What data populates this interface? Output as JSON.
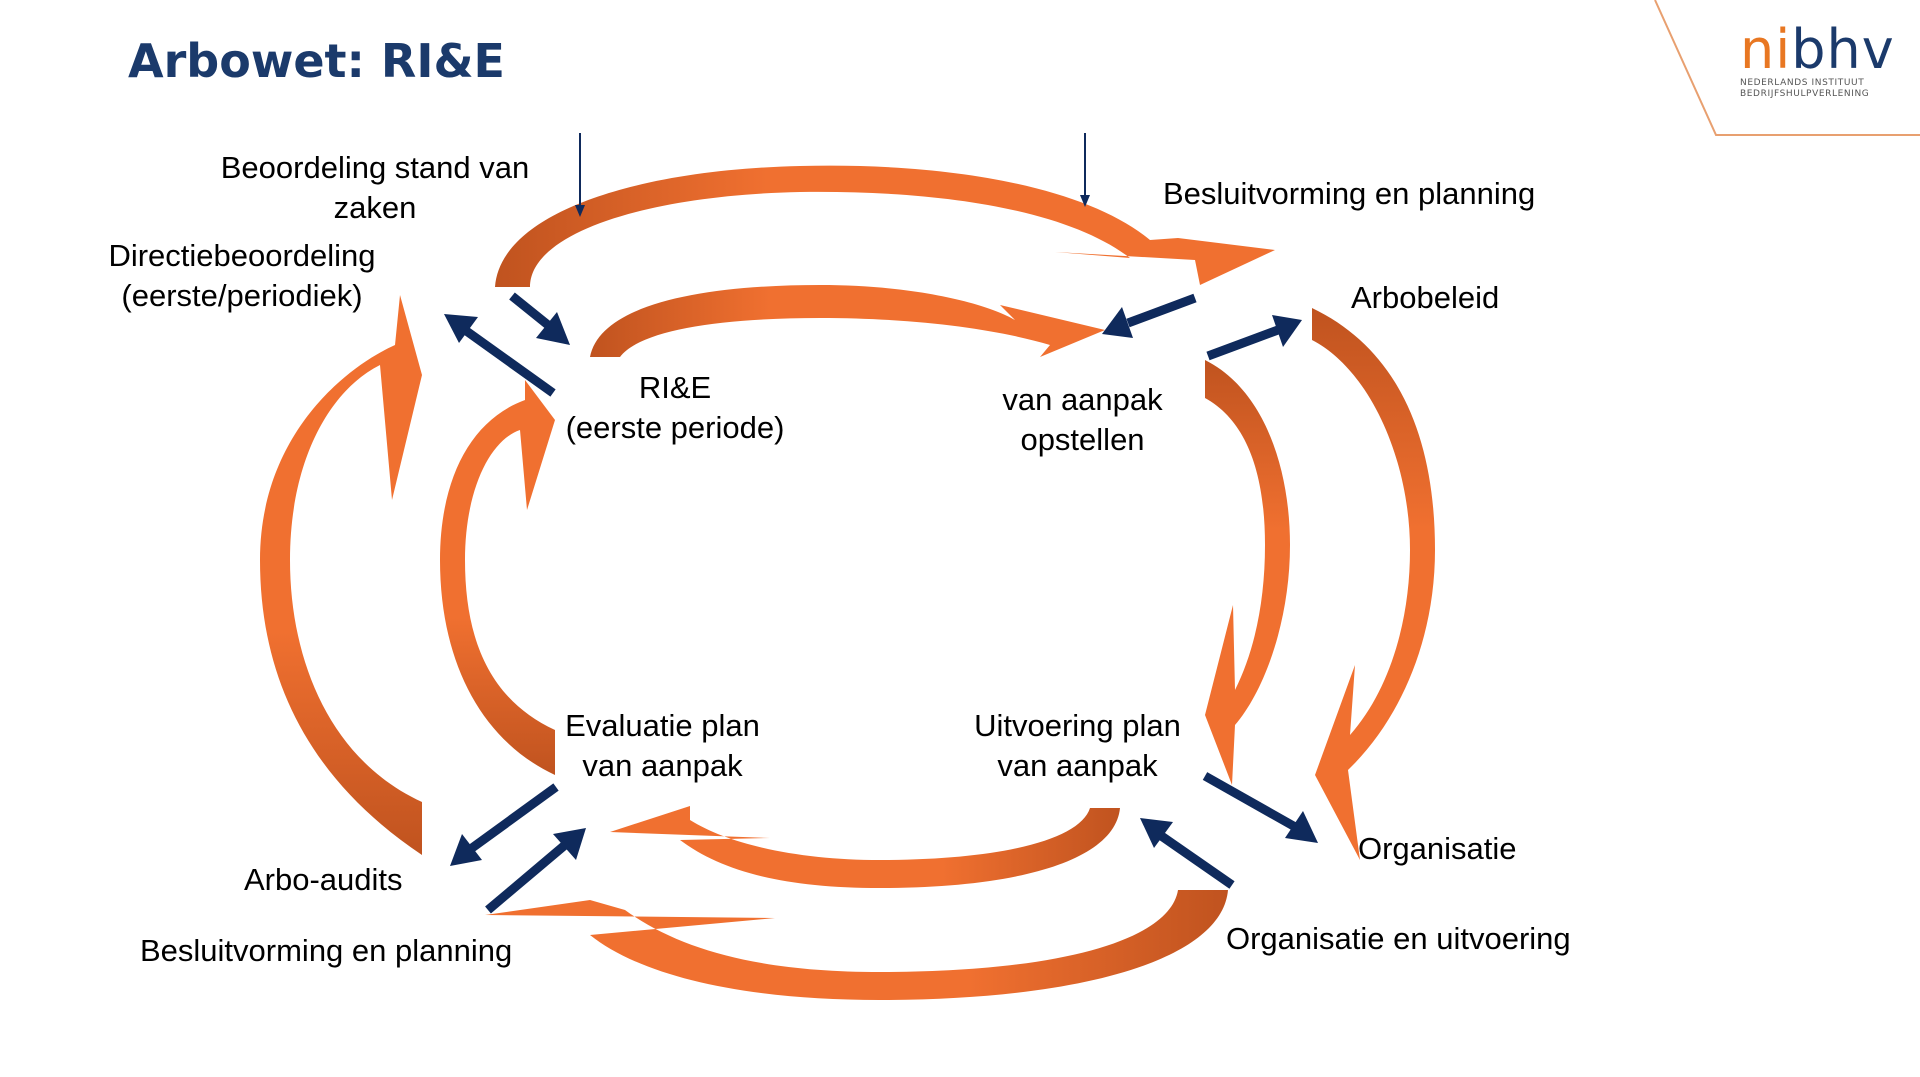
{
  "slide": {
    "title": "Arbowet: RI&E"
  },
  "logo": {
    "text_part1": "ni",
    "text_part2": "bhv",
    "subtitle_line1": "NEDERLANDS INSTITUUT",
    "subtitle_line2": "BEDRIJFSHULPVERLENING"
  },
  "colors": {
    "title": "#1b3a6b",
    "arrow_orange": "#f07030",
    "arrow_orange_dark": "#c0531f",
    "connector_navy": "#0f2a5c",
    "logo_orange": "#e87722"
  },
  "labels": {
    "beoordeling": {
      "line1": "Beoordeling stand van",
      "line2": "zaken"
    },
    "besluitvorming_top": "Besluitvorming en planning",
    "directiebeoordeling": {
      "line1": "Directiebeoordeling",
      "line2": "(eerste/periodiek)"
    },
    "rie": {
      "line1": "RI&E",
      "line2": "(eerste periode)"
    },
    "plan_opstellen": {
      "line1": "van aanpak",
      "line2": "opstellen"
    },
    "arbobeleid": "Arbobeleid",
    "evaluatie": {
      "line1": "Evaluatie plan",
      "line2": "van aanpak"
    },
    "uitvoering": {
      "line1": "Uitvoering plan",
      "line2": "van aanpak"
    },
    "organisatie": "Organisatie",
    "arbo_audits": "Arbo-audits",
    "besluitvorming_bottom": "Besluitvorming en planning",
    "organisatie_uitvoering": "Organisatie en uitvoering"
  }
}
